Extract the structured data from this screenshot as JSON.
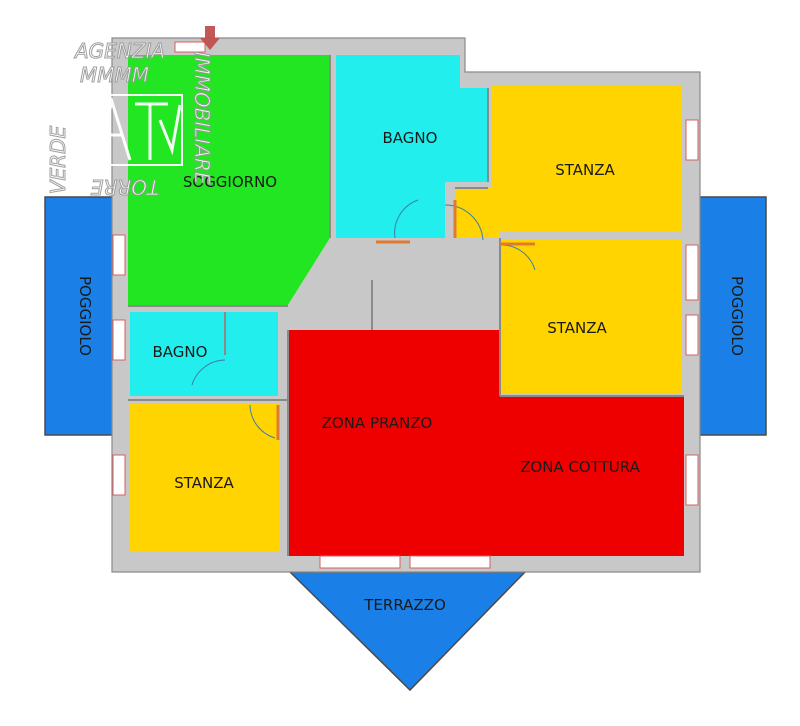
{
  "rooms": {
    "soggiorno": "SOGGIORNO",
    "bagno_top": "BAGNO",
    "stanza_top_right": "STANZA",
    "stanza_mid_right": "STANZA",
    "bagno_left": "BAGNO",
    "stanza_left": "STANZA",
    "zona_pranzo": "ZONA PRANZO",
    "zona_cottura": "ZONA COTTURA",
    "poggiolo_left": "POGGIOLO",
    "poggiolo_right": "POGGIOLO",
    "terrazzo": "TERRAZZO"
  },
  "watermark": {
    "agenzia": "AGENZIA",
    "immobiliare": "IMMOBILIARE",
    "verde": "VERDE",
    "torre": "TORRE",
    "mark": "MMMM"
  },
  "colors": {
    "soggiorno": "#22e622",
    "bagno": "#22eeee",
    "stanza": "#ffd400",
    "zona_giorno": "#ee0000",
    "disimpegno": "#c8c8c8",
    "poggiolo": "#1a7fe6"
  }
}
